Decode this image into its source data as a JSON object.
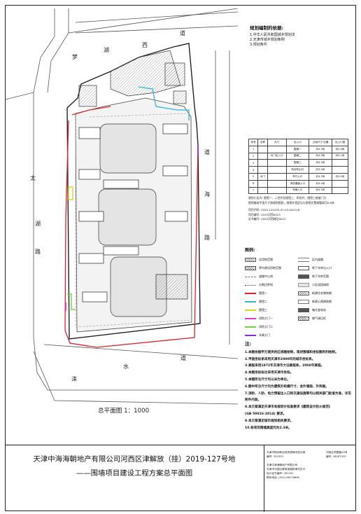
{
  "map": {
    "roads": {
      "top": [
        "道",
        "湖",
        "西"
      ],
      "top_left": "梦",
      "right": [
        "道",
        "海",
        "路"
      ],
      "left": [
        "太",
        "湖",
        "路"
      ],
      "bottom": [
        "道",
        "水",
        "涞"
      ]
    }
  },
  "planning_basis": {
    "title": "规划编制的依据:",
    "items": [
      "1.中华人民共和国城乡规划法",
      "2.天津市城乡规划条例",
      "3.规划条件"
    ]
  },
  "gate_table": {
    "headers": [
      "序号",
      "名称",
      "大门",
      "出入口",
      "占地尺寸/位置",
      "出入口宽"
    ],
    "rows": [
      [
        "1",
        "",
        "",
        "围墙一",
        "约4.9米",
        "约4.9米"
      ],
      [
        "2",
        "",
        "大门出入口",
        "围墙二",
        "约4.9米",
        "约4.1米"
      ],
      [
        "3",
        "",
        "",
        "围墙三",
        "约4.5米",
        ""
      ],
      [
        "4",
        "",
        "",
        "机动车出口",
        "约3.5米",
        ""
      ],
      [
        "5",
        "大门",
        "",
        "车行入口",
        "约4.5米",
        "约4.0米"
      ],
      [
        "6",
        "",
        "",
        "消防通道入口",
        "约4.0米",
        ""
      ],
      [
        "7",
        "",
        "",
        "车辆入口",
        "约4.5米",
        ""
      ]
    ]
  },
  "side_info": {
    "lines": [
      "规划小区内: 围墙一、二合并及围墙三、四合并、围墙三按度门大",
      "围墙基础平面尺寸按规划图纸，围墙外墙适当与围墙位置调整离为0.8米",
      "项目代码: 2020-120103-47-03-004118",
      "项目编号: 2019河西0023",
      "证书编号: 2020河西建证0015"
    ]
  },
  "legend": {
    "title": "图例:",
    "items": [
      {
        "label": "总用地范围",
        "color": "#666666",
        "style": "hatch"
      },
      {
        "label": "区内道路",
        "color": "#777777",
        "style": "double"
      },
      {
        "label": "界内建设用地范围",
        "color": "#555555",
        "style": "hatch"
      },
      {
        "label": "地下车库出入口",
        "color": "#555555",
        "style": "box"
      },
      {
        "label": "道路中心线",
        "color": "#777777",
        "style": "dash"
      },
      {
        "label": "地下车库范围",
        "color": "#555555",
        "style": "fill"
      },
      {
        "label": "分期边界线",
        "color": "#444444",
        "style": "dashdot"
      },
      {
        "label": "小区组团绿地",
        "color": "#999999",
        "style": "dot"
      },
      {
        "label": "围墙一",
        "color": "#e0202a",
        "style": "solid"
      },
      {
        "label": "新建住宅建筑物",
        "color": "#666666",
        "style": "hatch"
      },
      {
        "label": "围墙二",
        "color": "#2db6e0",
        "style": "solid"
      },
      {
        "label": "新建公建建筑物",
        "color": "#777777",
        "style": "box"
      },
      {
        "label": "围墙三",
        "color": "#e0d21e",
        "style": "solid"
      },
      {
        "label": "箱式变电站",
        "color": "#555555",
        "style": "fill"
      },
      {
        "label": "消防大门一",
        "color": "#e033d6",
        "style": "solid"
      },
      {
        "label": "燃气调压柜",
        "color": "#555555",
        "style": "hatch"
      },
      {
        "label": "消防大门二",
        "color": "#6ed83b",
        "style": "solid"
      },
      {
        "label": "",
        "color": "",
        "style": "none"
      },
      {
        "label": "车辆大门",
        "color": "#8b2be0",
        "style": "solid"
      }
    ]
  },
  "notes": {
    "title": "注:",
    "items": [
      "1.本图依据甲方提供的红线图绘制，现状围墙和坐标图利利绘制。",
      "2.平面坐标系采用天津市2000年的城市坐标系。",
      "3.高程采用1972年天津市大沽高程系，2008年高程。",
      "4.本图坐标标注采用天津市坐标。",
      "5.本图所注尺寸均以米为单位。",
      "6.图中所注尺寸均为建筑外轮廓尺寸，含外墙面、外饰面。",
      "7.消防、人防、电力预留出入口和交通设施等均以相关部门批准为准，详见附件内容。",
      "8.本方案满足天津市有规划计标准要求《建筑设计防火规范》",
      "(GB 50016-2014) 要求。",
      "9.本方案满足城市规划相关要求。",
      "10.各项目围墙高度均为2.3米。"
    ]
  },
  "caption": "总平面图   1：1000",
  "title": {
    "line1": "天津中海海朝地产有限公司河西区津解放（挂）2019-127号地",
    "line2": "——围墙项目建设工程方案总平面图"
  },
  "title_right": {
    "rows": [
      "天津市规划和自然资源局河西分局",
      "编号: 302325",
      "天津中海海朝地产有限公司",
      "天津市河西区解放南路和海河交口",
      "设计证书编号: 302202",
      "河西区洞庭路20号",
      "编号: 28287020",
      "联系电话: (022) 88178865"
    ]
  },
  "colors": {
    "wall1": "#e0202a",
    "wall2": "#2db6e0",
    "wall3": "#e0d21e",
    "gate_fire1": "#e033d6",
    "gate_fire2": "#6ed83b",
    "gate_vehicle": "#8b2be0"
  }
}
